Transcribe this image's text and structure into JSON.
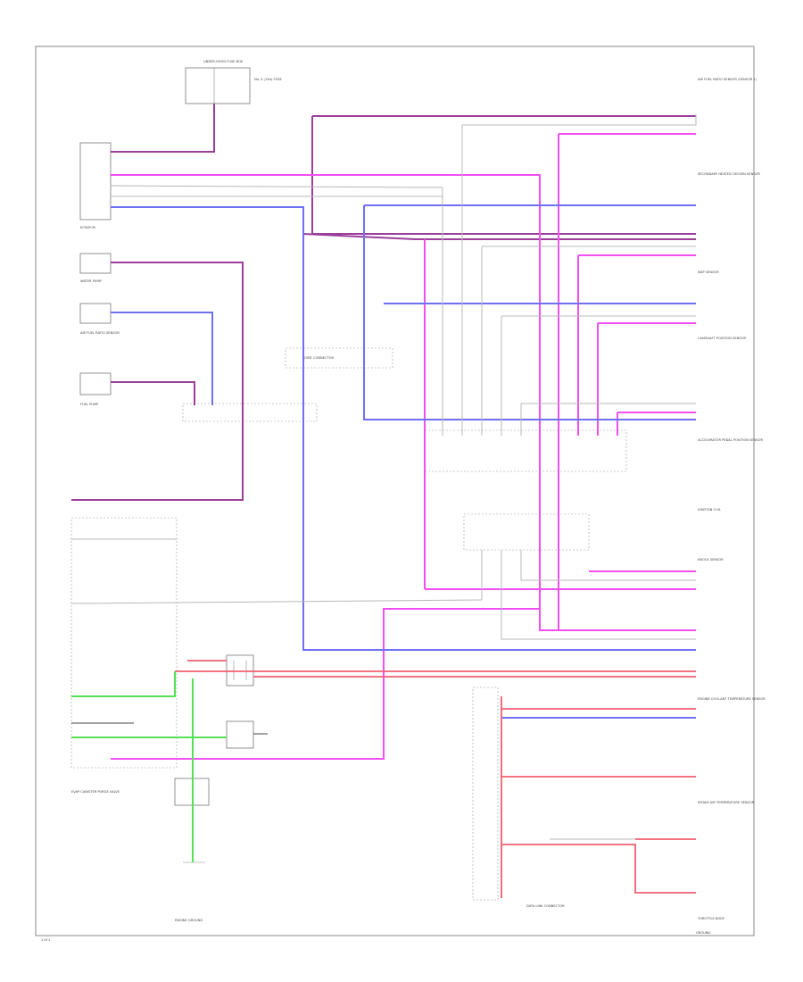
{
  "diagram": {
    "page_number": "1 of 1",
    "colors": {
      "purple": "#9b3f9b",
      "magenta": "#f24ef2",
      "blue": "#6f6ff5",
      "red": "#f06070",
      "green": "#55e055",
      "gray": "#b8b8b8",
      "black": "#333333"
    },
    "labels": {
      "top_fuse": "UNDER-HOOD FUSE BOX",
      "top_fuse_detail": "No. 4 (15A) FUSE",
      "ecm_pcm": "ECM/PCM",
      "water_pump": "WATER PUMP",
      "air_fuel_sensor": "AIR FUEL RATIO SENSOR",
      "fuel_pump": "FUEL PUMP",
      "mid_connector": "JOINT CONNECTOR",
      "right_top_1": "AIR FUEL RATIO SENSOR (SENSOR 1)",
      "right_top_2": "SECONDARY HEATED OXYGEN SENSOR",
      "right_mid_1": "MAP SENSOR",
      "right_mid_2": "CAMSHAFT POSITION SENSOR",
      "right_mid_3": "ACCELERATOR PEDAL POSITION SENSOR",
      "right_mid_4": "IGNITION COIL",
      "right_low_1": "KNOCK SENSOR",
      "right_low_2": "ENGINE COOLANT TEMPERATURE SENSOR",
      "right_low_3": "INTAKE AIR TEMPERATURE SENSOR",
      "right_low_4": "THROTTLE BODY",
      "bottom_left": "EVAP CANISTER PURGE VALVE",
      "bottom_center": "ENGINE GROUND",
      "bottom_mid": "DATA LINK CONNECTOR",
      "bottom_right": "GROUND"
    }
  }
}
